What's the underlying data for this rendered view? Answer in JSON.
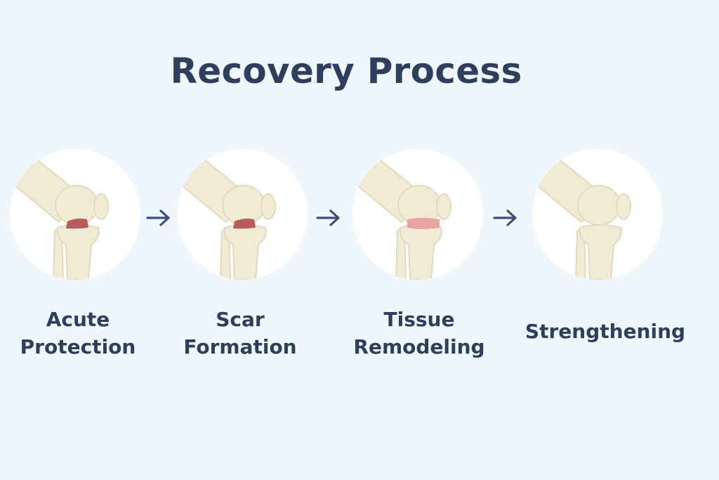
{
  "title": "Recovery Process",
  "colors": {
    "background": "#eff7fd",
    "text": "#2e3f5e",
    "bone": "#f1ead5",
    "bone_outline": "#e3d9bd",
    "tissue_injured": "#b85a5a",
    "tissue_healing": "#e9a3a3",
    "arrow": "#3f4f78"
  },
  "stages": [
    {
      "label_line1": "Acute",
      "label_line2": "Protection",
      "tissue": "injured",
      "icon": "knee-joint-icon"
    },
    {
      "label_line1": "Scar",
      "label_line2": "Formation",
      "tissue": "injured",
      "icon": "knee-joint-icon"
    },
    {
      "label_line1": "Tissue",
      "label_line2": "Remodeling",
      "tissue": "healing",
      "icon": "knee-joint-icon"
    },
    {
      "label_line1": "Strengthening",
      "label_line2": "",
      "tissue": "healed",
      "icon": "knee-joint-icon"
    }
  ]
}
